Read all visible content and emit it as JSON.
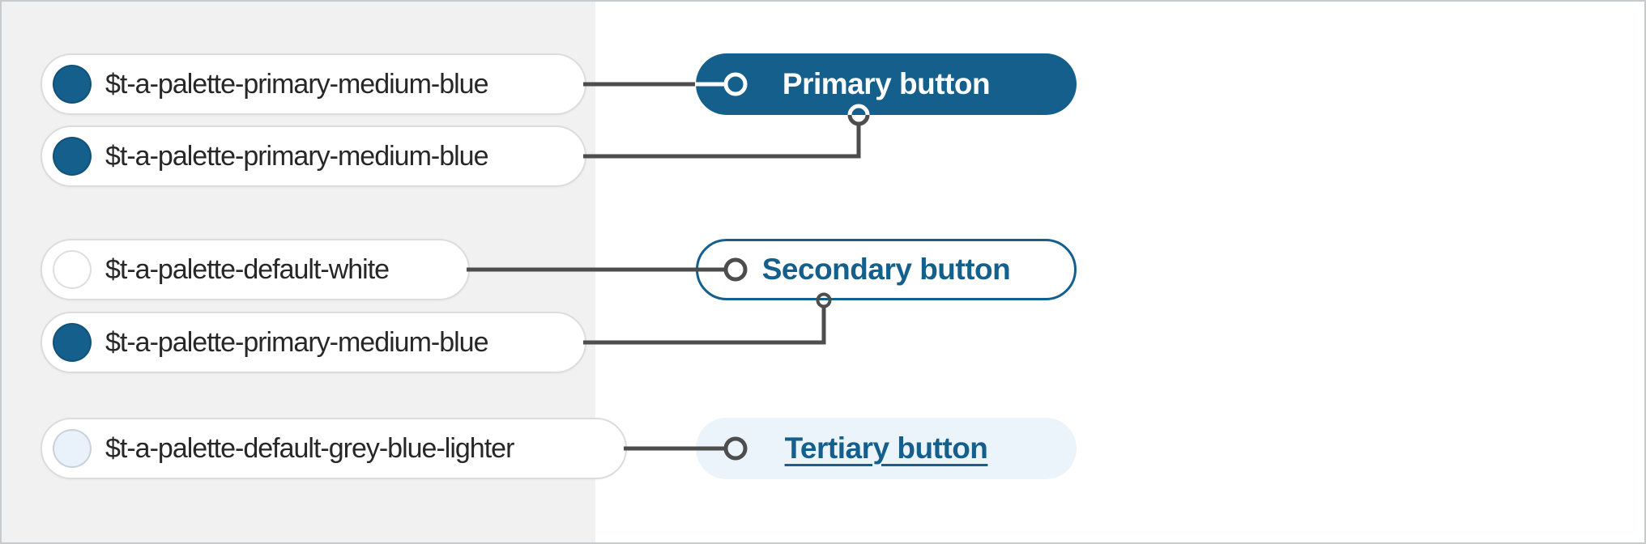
{
  "tokens": [
    {
      "label": "$t-a-palette-primary-medium-blue",
      "swatch": "#145f8c"
    },
    {
      "label": "$t-a-palette-primary-medium-blue",
      "swatch": "#145f8c"
    },
    {
      "label": "$t-a-palette-default-white",
      "swatch": "#ffffff"
    },
    {
      "label": "$t-a-palette-primary-medium-blue",
      "swatch": "#145f8c"
    },
    {
      "label": "$t-a-palette-default-grey-blue-lighter",
      "swatch": "#e9f2fa"
    }
  ],
  "buttons": [
    {
      "label": "Primary button",
      "variant": "primary"
    },
    {
      "label": "Secondary button",
      "variant": "secondary"
    },
    {
      "label": "Tertiary button",
      "variant": "tertiary"
    }
  ],
  "connections": [
    {
      "token_index": 0,
      "target_button": "primary",
      "attach": "left"
    },
    {
      "token_index": 1,
      "target_button": "primary",
      "attach": "bottom"
    },
    {
      "token_index": 2,
      "target_button": "secondary",
      "attach": "left"
    },
    {
      "token_index": 3,
      "target_button": "secondary",
      "attach": "bottom"
    },
    {
      "token_index": 4,
      "target_button": "tertiary",
      "attach": "left"
    }
  ],
  "colors": {
    "primary_medium_blue": "#145f8c",
    "default_white": "#ffffff",
    "default_grey_blue_lighter": "#e9f2fa",
    "tertiary_button_background": "#ecf4fb",
    "panel_grey": "#f1f1f2",
    "connector_grey": "#4d4d4d",
    "pill_border": "#dcdcdc"
  }
}
